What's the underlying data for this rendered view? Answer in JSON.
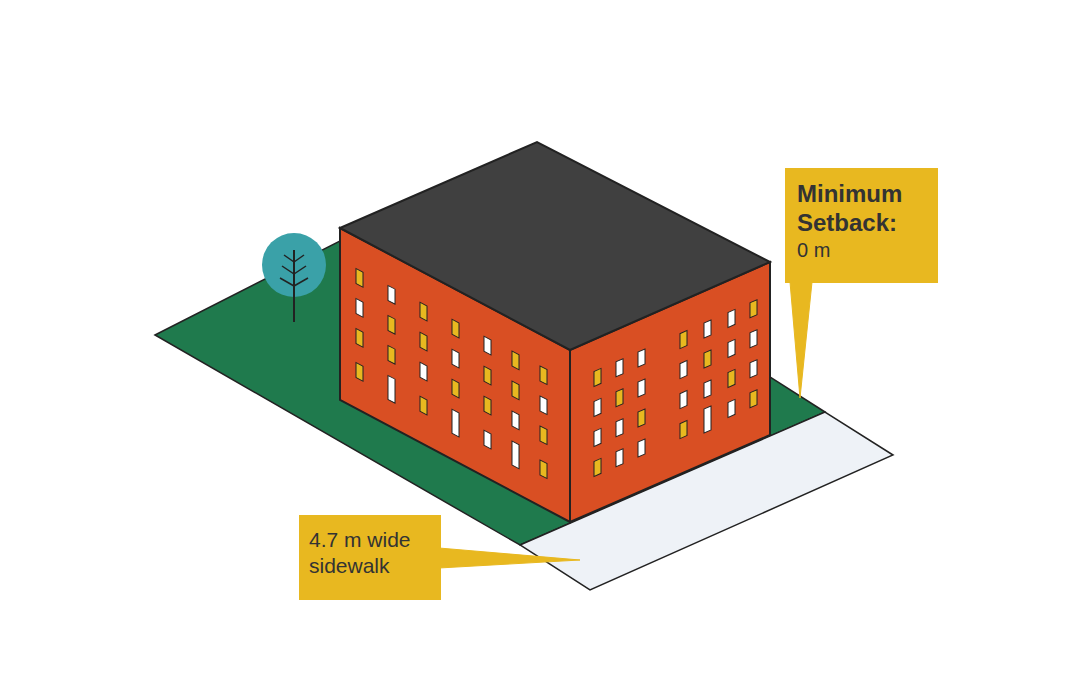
{
  "diagram": {
    "nodes": [
      {
        "text": [
          "Minimum Setback:",
          "0 m"
        ]
      },
      {
        "text": [
          "4.7 m wide sidewalk"
        ]
      }
    ]
  }
}
